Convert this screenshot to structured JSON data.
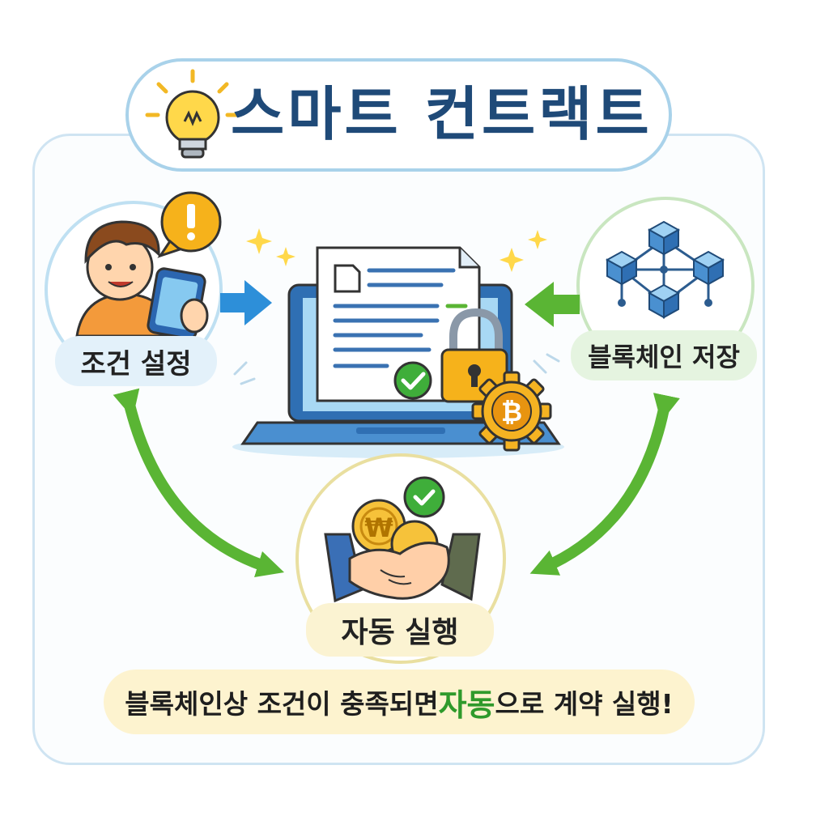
{
  "title": "스마트 컨트랙트",
  "nodes": {
    "condition": {
      "label": "조건 설정",
      "icon": "person-with-phone-icon"
    },
    "contract": {
      "icon": "laptop-contract-icon"
    },
    "blockchain": {
      "label": "블록체인 저장",
      "icon": "blockchain-network-icon"
    },
    "execution": {
      "label": "자동 실행",
      "icon": "handshake-coins-icon"
    }
  },
  "caption": {
    "before": "블록체인상 조건이 충족되면 ",
    "highlight": "자동",
    "after": "으로 계약 실행!"
  },
  "icons": {
    "lightbulb": "lightbulb-icon",
    "alert": "exclamation-bubble-icon",
    "lock": "padlock-icon",
    "gear": "bitcoin-gear-icon",
    "check": "check-circle-icon"
  },
  "colors": {
    "title": "#1f4a78",
    "accent_green": "#5ab534",
    "accent_blue": "#2d8fd9",
    "highlight": "#2f9a2b"
  }
}
